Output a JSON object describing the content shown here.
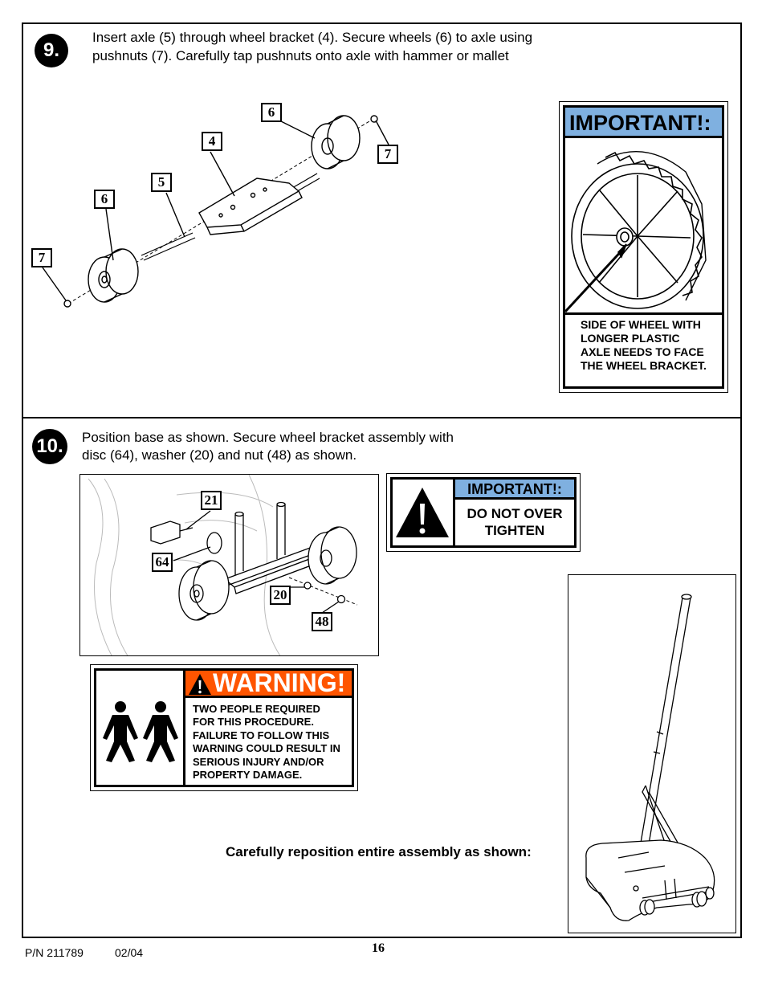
{
  "step9": {
    "number": "9.",
    "instruction_line1": "Insert axle (5) through wheel bracket (4). Secure wheels (6) to axle using",
    "instruction_line2": "pushnuts (7). Carefully tap pushnuts onto axle with hammer or mallet",
    "callouts": [
      "6",
      "4",
      "5",
      "6",
      "7",
      "7"
    ],
    "important": {
      "heading": "IMPORTANT!:",
      "caption_lines": [
        "SIDE OF WHEEL WITH",
        "LONGER PLASTIC",
        "AXLE NEEDS TO FACE",
        "THE WHEEL BRACKET."
      ]
    }
  },
  "step10": {
    "number": "10.",
    "instruction_line1": "Position base as shown. Secure wheel bracket assembly with",
    "instruction_line2": "disc (64), washer (20) and nut (48) as shown.",
    "callouts": [
      "21",
      "64",
      "20",
      "48"
    ],
    "important": {
      "heading": "IMPORTANT!:",
      "lines": [
        "DO NOT OVER",
        "TIGHTEN"
      ]
    },
    "warning": {
      "heading": "WARNING!",
      "lines": [
        "TWO PEOPLE REQUIRED",
        "FOR THIS PROCEDURE.",
        "FAILURE TO FOLLOW THIS",
        "WARNING COULD RESULT IN",
        "SERIOUS INJURY AND/OR",
        "PROPERTY DAMAGE."
      ],
      "heading_color": "#ff5500"
    },
    "reposition_text": "Carefully reposition entire assembly as shown:"
  },
  "footer": {
    "part_number": "P/N 211789",
    "date": "02/04",
    "page_number": "16"
  },
  "colors": {
    "important_header": "#7fb0e0",
    "warning_header": "#ff5500"
  }
}
